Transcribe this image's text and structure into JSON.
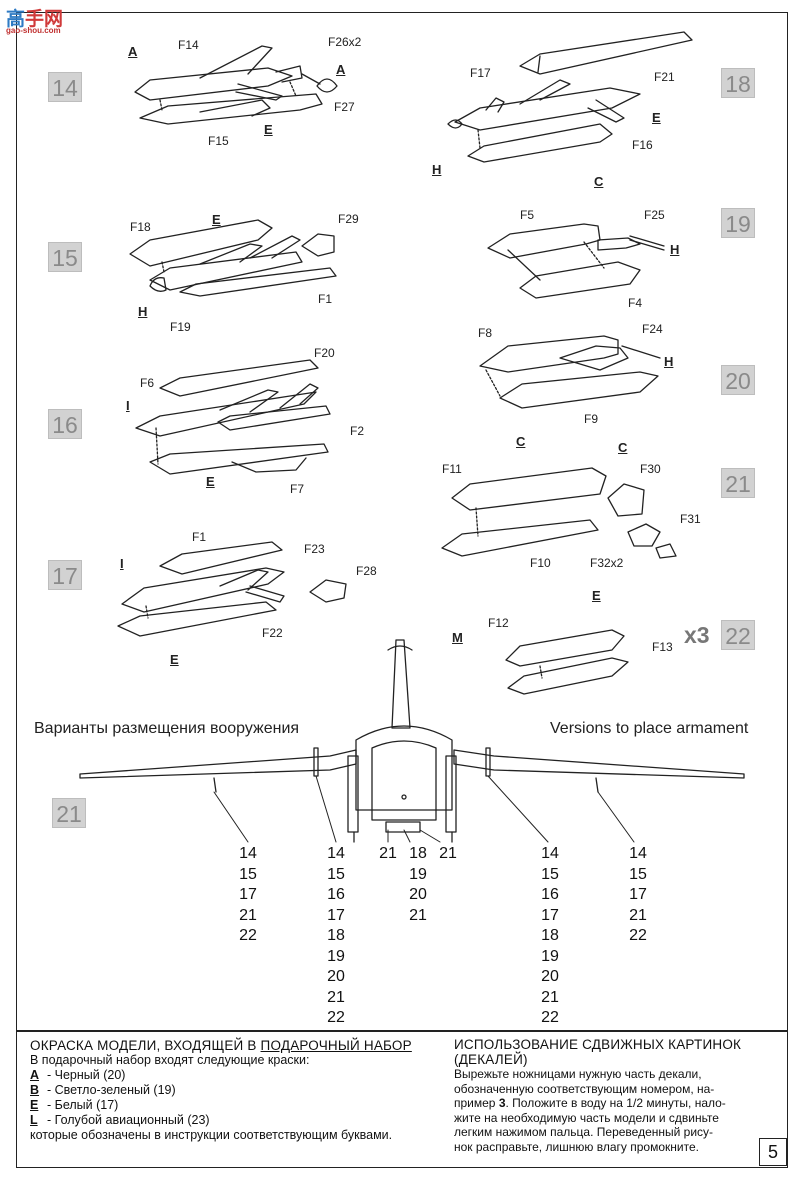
{
  "logo": {
    "text1": "高",
    "text2": "手网",
    "url": "gao-shou.com"
  },
  "step_numbers": {
    "s14": "14",
    "s15": "15",
    "s16": "16",
    "s17": "17",
    "s18": "18",
    "s19": "19",
    "s20": "20",
    "s21": "21",
    "s22": "22",
    "s21b": "21"
  },
  "multiplier": "x3",
  "labels": {
    "s14": {
      "A1": "A",
      "F14": "F14",
      "F26": "F26x2",
      "A2": "A",
      "F27": "F27",
      "E": "E",
      "F15": "F15"
    },
    "s18": {
      "F21": "F21",
      "F17": "F17",
      "E": "E",
      "H": "H",
      "F16": "F16"
    },
    "s15": {
      "F18": "F18",
      "E": "E",
      "F29": "F29",
      "H": "H",
      "F19": "F19",
      "F1": "F1"
    },
    "s19": {
      "C": "C",
      "F5": "F5",
      "F25": "F25",
      "H": "H",
      "F4": "F4"
    },
    "s16": {
      "F20": "F20",
      "F6": "F6",
      "I": "I",
      "F2": "F2",
      "E": "E",
      "F7": "F7"
    },
    "s20": {
      "F8": "F8",
      "F24": "F24",
      "H": "H",
      "F9": "F9",
      "C": "C"
    },
    "s21": {
      "C": "C",
      "F11": "F11",
      "F30": "F30",
      "F31": "F31",
      "F10": "F10",
      "F32": "F32x2"
    },
    "s17": {
      "F1": "F1",
      "I": "I",
      "F23": "F23",
      "F28": "F28",
      "F22": "F22",
      "E": "E"
    },
    "s22": {
      "E": "E",
      "M": "M",
      "F12": "F12",
      "F13": "F13"
    }
  },
  "captions": {
    "ru": "Варианты размещения вооружения",
    "en": "Versions to place armament"
  },
  "stations": {
    "col1": [
      "14",
      "15",
      "17",
      "21",
      "22"
    ],
    "col2": [
      "14",
      "15",
      "16",
      "17",
      "18",
      "19",
      "20",
      "21",
      "22"
    ],
    "col3a": [
      "21"
    ],
    "col3": [
      "18",
      "19",
      "20",
      "21"
    ],
    "col3b": [
      "21"
    ],
    "col4": [
      "14",
      "15",
      "16",
      "17",
      "18",
      "19",
      "20",
      "21",
      "22"
    ],
    "col5": [
      "14",
      "15",
      "17",
      "21",
      "22"
    ]
  },
  "paint": {
    "heading_pre": "ОКРАСКА МОДЕЛИ, ВХОДЯЩЕЙ В ",
    "heading_link": "ПОДАРОЧНЫЙ НАБОР",
    "intro": "В подарочный набор входят следующие краски:",
    "items": [
      {
        "code": "A",
        "text": "- Черный (20)"
      },
      {
        "code": "B",
        "text": "- Светло-зеленый (19)"
      },
      {
        "code": "E",
        "text": "- Белый (17)"
      },
      {
        "code": "L",
        "text": "- Голубой авиационный (23)"
      }
    ],
    "footer": "которые обозначены в инструкции соответствующим буквами."
  },
  "decals": {
    "heading1": "ИСПОЛЬЗОВАНИЕ СДВИЖНЫХ КАРТИНОК",
    "heading2": "(ДЕКАЛЕЙ)",
    "lines": [
      "Вырежьте ножницами нужную часть декали,",
      "обозначенную соответствующим номером, на-"
    ],
    "line3_pre": "пример ",
    "line3_bold": "3",
    "line3_post": ". Положите в воду на 1/2 минуты, нало-",
    "lines2": [
      "жите на необходимую часть модели и сдвиньте",
      "легким нажимом пальца. Переведенный рису-",
      "нок расправьте, лишнюю влагу промокните."
    ]
  },
  "page_number": "5"
}
